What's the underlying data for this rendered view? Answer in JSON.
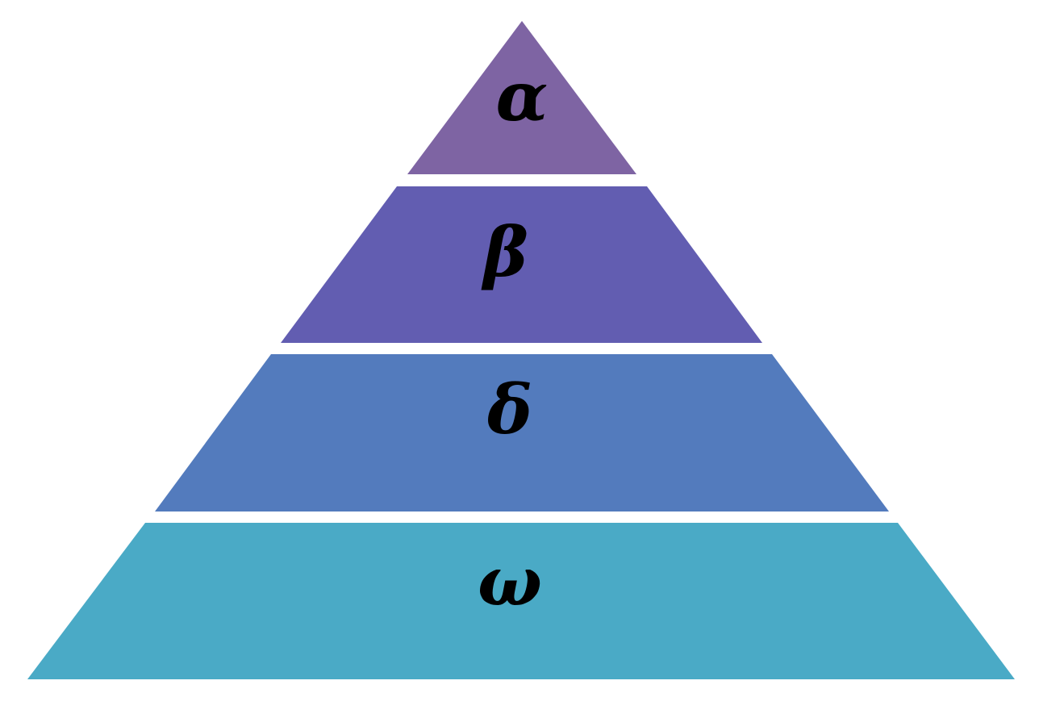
{
  "diagram": {
    "type": "pyramid",
    "tiers": [
      {
        "label": "α",
        "color": "#7e64a3"
      },
      {
        "label": "β",
        "color": "#625db1"
      },
      {
        "label": "δ",
        "color": "#537bbd"
      },
      {
        "label": "ω",
        "color": "#4aaac6"
      }
    ]
  }
}
